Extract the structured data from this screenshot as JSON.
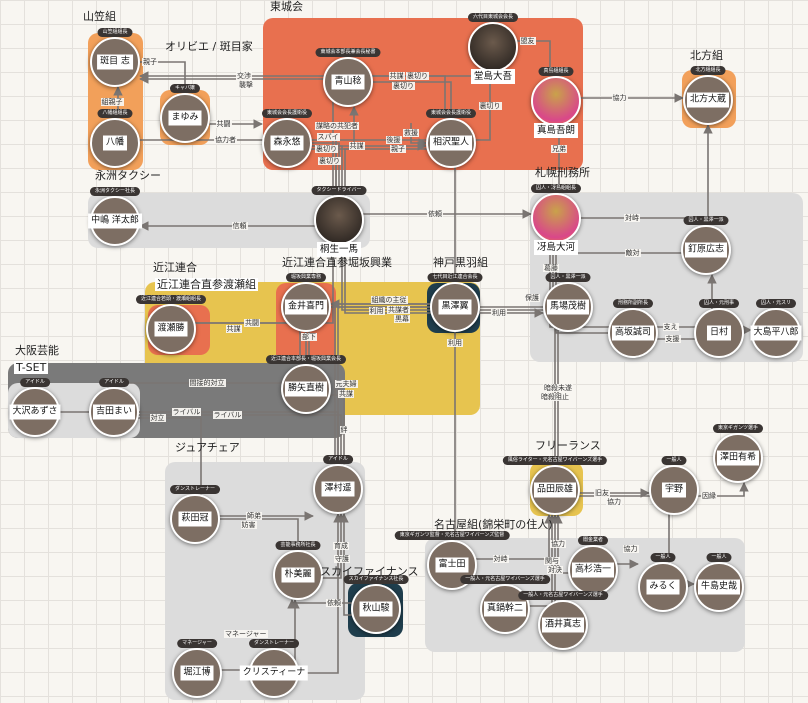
{
  "groups": [
    {
      "id": "yamagasa",
      "label": "山笠組",
      "color": "#f2a05a"
    },
    {
      "id": "olivier",
      "label": "オリビエ / 斑目家",
      "color": "#f2a05a"
    },
    {
      "id": "tojo",
      "label": "東城会",
      "color": "#e8704f"
    },
    {
      "id": "kitakata",
      "label": "北方組",
      "color": "#f2a05a"
    },
    {
      "id": "eishu",
      "label": "永洲タクシー",
      "color": "#dcdcdc"
    },
    {
      "id": "sapporo",
      "label": "札幌刑務所",
      "color": "#dcdcdc"
    },
    {
      "id": "omi",
      "label": "近江連合",
      "color": "#e7c44f"
    },
    {
      "id": "watase",
      "label": "近江連合直参渡瀬組",
      "color": "#e8704f"
    },
    {
      "id": "horisaka",
      "label": "近江連合直参堀坂興業",
      "color": "#e8704f"
    },
    {
      "id": "kobe",
      "label": "神戸黒羽組",
      "color": "#1f3e4d"
    },
    {
      "id": "osaka",
      "label": "大阪芸能",
      "color": "#7a7a7a"
    },
    {
      "id": "tset",
      "label": "T-SET",
      "color": "#dcdcdc"
    },
    {
      "id": "shuachair",
      "label": "ジュアチェア",
      "color": "#dcdcdc"
    },
    {
      "id": "skyfinance",
      "label": "スカイファイナンス",
      "color": "#1f3e4d"
    },
    {
      "id": "freelance",
      "label": "フリーランス",
      "color": "#e7c44f"
    },
    {
      "id": "nagoya",
      "label": "名古屋組(錦栄町の住人)",
      "color": "#dcdcdc"
    }
  ],
  "nodes": [
    {
      "id": "madarame",
      "name": "斑目 志",
      "role": "山笠組組長"
    },
    {
      "id": "yahata",
      "name": "八幡",
      "role": "八幡組組長"
    },
    {
      "id": "mayumi",
      "name": "まゆみ",
      "role": "キャバ嬢"
    },
    {
      "id": "aoyama",
      "name": "青山稔",
      "role": "東城会本部長兼会長秘書"
    },
    {
      "id": "morinaga",
      "name": "森永悠",
      "role": "東城会会長護衛役"
    },
    {
      "id": "dojima",
      "name": "堂島大吾",
      "role": "六代目東城会会長",
      "photo": true
    },
    {
      "id": "majima",
      "name": "真島吾朗",
      "role": "真島組組長",
      "photo": true
    },
    {
      "id": "aizawa",
      "name": "相沢聖人",
      "role": "東城会会長護衛役"
    },
    {
      "id": "kitakata_d",
      "name": "北方大蔵",
      "role": "北方組組長"
    },
    {
      "id": "nakajima",
      "name": "中嶋 洋太郎",
      "role": "永洲タクシー社長"
    },
    {
      "id": "kiryu",
      "name": "桐生一馬",
      "role": "タクシードライバー",
      "photo": true
    },
    {
      "id": "saejima",
      "name": "冴島大河",
      "role": "囚人・冴島組組長",
      "photo": true
    },
    {
      "id": "kugihara",
      "name": "釘原広志",
      "role": "囚人・黒澤一派"
    },
    {
      "id": "baba",
      "name": "馬場茂樹",
      "role": "囚人・黒澤一派"
    },
    {
      "id": "kosaka",
      "name": "高坂誠司",
      "role": "刑務所副所長"
    },
    {
      "id": "himura",
      "name": "日村",
      "role": "囚人・元刑事"
    },
    {
      "id": "oshima",
      "name": "大島平八郎",
      "role": "囚人・元スリ"
    },
    {
      "id": "watase_k",
      "name": "渡瀬勝",
      "role": "近江連合若頭・渡瀬組組長"
    },
    {
      "id": "kanai",
      "name": "金井喜門",
      "role": "堀坂興業専務"
    },
    {
      "id": "kurosawa",
      "name": "黒澤翼",
      "role": "七代目近江連合会長"
    },
    {
      "id": "katsuya",
      "name": "勝矢直樹",
      "role": "近江連合本部長・堀坂興業会長"
    },
    {
      "id": "osawa",
      "name": "大沢あずさ",
      "role": "アイドル"
    },
    {
      "id": "yoshida",
      "name": "吉田まい",
      "role": "アイドル"
    },
    {
      "id": "haruka",
      "name": "澤村遥",
      "role": "アイドル"
    },
    {
      "id": "hagita",
      "name": "萩田冠",
      "role": "ダンストレーナー"
    },
    {
      "id": "park",
      "name": "朴美麗",
      "role": "芸能事務所社長"
    },
    {
      "id": "akiyama",
      "name": "秋山駿",
      "role": "スカイファイナンス社長"
    },
    {
      "id": "horie",
      "name": "堀江博",
      "role": "マネージャー"
    },
    {
      "id": "christina",
      "name": "クリスティーナ",
      "role": "ダンストレーナー"
    },
    {
      "id": "shinada",
      "name": "品田辰雄",
      "role": "風俗ライター・元名古屋ワイバーンズ選手"
    },
    {
      "id": "uno",
      "name": "宇野",
      "role": "一般人"
    },
    {
      "id": "sawada",
      "name": "澤田有希",
      "role": "東京ギガンツ選手"
    },
    {
      "id": "fujita",
      "name": "富士田",
      "role": "東京ギガンツ監督・元名古屋ワイバーンズ監督"
    },
    {
      "id": "takasugi",
      "name": "高杉浩一",
      "role": "闇金業者"
    },
    {
      "id": "manabe",
      "name": "真鍋幹二",
      "role": "一般人・元名古屋ワイバーンズ選手"
    },
    {
      "id": "sakai",
      "name": "酒井真志",
      "role": "一般人・元名古屋ワイバーンズ選手"
    },
    {
      "id": "miruku",
      "name": "みるく",
      "role": "一般人"
    },
    {
      "id": "ushijima",
      "name": "牛島史哉",
      "role": "一般人"
    }
  ],
  "edges": [
    {
      "from": "aoyama",
      "to": "madarame",
      "label": "交渉"
    },
    {
      "from": "aoyama",
      "to": "madarame",
      "label": "襲撃"
    },
    {
      "from": "madarame",
      "to": "mayumi",
      "label": "親子"
    },
    {
      "from": "yahata",
      "to": "madarame",
      "label": "組親子"
    },
    {
      "from": "morinaga",
      "to": "aoyama",
      "label": "裏切り"
    },
    {
      "from": "aoyama",
      "to": "dojima",
      "label": "裏切り"
    },
    {
      "from": "aizawa",
      "to": "dojima",
      "label": "裏切り"
    },
    {
      "from": "aoyama",
      "to": "aizawa",
      "label": "裏切り"
    },
    {
      "from": "morinaga",
      "to": "aizawa",
      "label": "共謀"
    },
    {
      "from": "mayumi",
      "to": "morinaga",
      "label": "共闘"
    },
    {
      "from": "aoyama",
      "to": "aizawa",
      "label": "共謀"
    },
    {
      "from": "yahata",
      "to": "kiryu",
      "label": "協力者"
    },
    {
      "from": "morinaga",
      "to": "kiryu",
      "label": "スパイ"
    },
    {
      "from": "morinaga",
      "to": "kiryu",
      "label": "裏切り"
    },
    {
      "from": "kiryu",
      "to": "nakajima",
      "label": "信頼"
    },
    {
      "from": "dojima",
      "to": "majima",
      "label": "盟友"
    },
    {
      "from": "majima",
      "to": "kitakata_d",
      "label": "協力"
    },
    {
      "from": "saejima",
      "to": "kitakata_d",
      "label": "対峙"
    },
    {
      "from": "majima",
      "to": "saejima",
      "label": "兄弟"
    },
    {
      "from": "aizawa",
      "to": "kiryu",
      "label": "親子"
    },
    {
      "from": "aoyama",
      "to": "kiryu",
      "label": "謀略の共犯者"
    },
    {
      "from": "aizawa",
      "to": "kiryu",
      "label": "後援"
    },
    {
      "from": "aizawa",
      "to": "aizawa",
      "label": "救援"
    },
    {
      "from": "kurosawa",
      "to": "kiryu",
      "label": "共謀者"
    },
    {
      "from": "kurosawa",
      "to": "kiryu",
      "label": "黒幕"
    },
    {
      "from": "watase_k",
      "to": "kiryu",
      "label": "共闘"
    },
    {
      "from": "kurosawa",
      "to": "kanai",
      "label": "組織の主従"
    },
    {
      "from": "kurosawa",
      "to": "katsuya",
      "label": "利用"
    },
    {
      "from": "kanai",
      "to": "katsuya",
      "label": "部下"
    },
    {
      "from": "katsuya",
      "to": "haruka",
      "label": "絆"
    },
    {
      "from": "watase_k",
      "to": "katsuya",
      "label": "共謀"
    },
    {
      "from": "kurosawa",
      "to": "haruka",
      "label": "元夫婦"
    },
    {
      "from": "kurosawa",
      "to": "haruka",
      "label": "共謀"
    },
    {
      "from": "kurosawa",
      "to": "shinada",
      "label": "暗殺未遂"
    },
    {
      "from": "kurosawa",
      "to": "baba",
      "label": "利用"
    },
    {
      "from": "kiryu",
      "to": "saejima",
      "label": "依頼"
    },
    {
      "from": "baba",
      "to": "saejima",
      "label": "葛藤"
    },
    {
      "from": "kosaka",
      "to": "saejima",
      "label": "保護"
    },
    {
      "from": "kugihara",
      "to": "saejima",
      "label": "敵対"
    },
    {
      "from": "kosaka",
      "to": "kugihara",
      "label": "支援"
    },
    {
      "from": "himura",
      "to": "saejima",
      "label": "支え"
    },
    {
      "from": "himura",
      "to": "oshima",
      "label": ""
    },
    {
      "from": "osawa",
      "to": "haruka",
      "label": "ライバル"
    },
    {
      "from": "yoshida",
      "to": "haruka",
      "label": "ライバル"
    },
    {
      "from": "yoshida",
      "to": "hagita",
      "label": "対立"
    },
    {
      "from": "katsuya",
      "to": "yoshida",
      "label": "間接的対立"
    },
    {
      "from": "hagita",
      "to": "haruka",
      "label": "師弟"
    },
    {
      "from": "hagita",
      "to": "park",
      "label": "妨害"
    },
    {
      "from": "park",
      "to": "haruka",
      "label": "育成"
    },
    {
      "from": "akiyama",
      "to": "haruka",
      "label": "守護"
    },
    {
      "from": "akiyama",
      "to": "park",
      "label": "依頼"
    },
    {
      "from": "horie",
      "to": "park",
      "label": "マネージャー"
    },
    {
      "from": "christina",
      "to": "haruka",
      "label": ""
    },
    {
      "from": "shinada",
      "to": "uno",
      "label": "旧友"
    },
    {
      "from": "uno",
      "to": "sawada",
      "label": "因縁"
    },
    {
      "from": "fujita",
      "to": "shinada",
      "label": "対峙"
    },
    {
      "from": "manabe",
      "to": "shinada",
      "label": "関与"
    },
    {
      "from": "sakai",
      "to": "shinada",
      "label": "対決"
    },
    {
      "from": "takasugi",
      "to": "shinada",
      "label": "協力"
    },
    {
      "from": "shinada",
      "to": "miruku",
      "label": "協力"
    },
    {
      "from": "takasugi",
      "to": "miruku",
      "label": "協力"
    },
    {
      "from": "miruku",
      "to": "ushijima",
      "label": ""
    },
    {
      "from": "kurosawa",
      "to": "shinada",
      "label": "暗殺阻止"
    },
    {
      "from": "aizawa",
      "to": "fujita",
      "label": "利用"
    }
  ]
}
